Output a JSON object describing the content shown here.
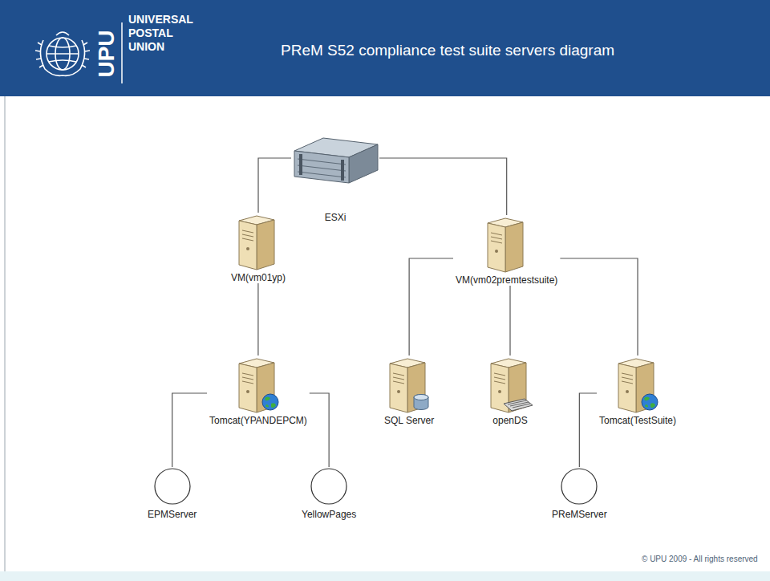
{
  "diagram": {
    "title": "PReM S52 compliance test suite servers diagram",
    "nodes": [
      {
        "text": [
          "ESXi"
        ]
      },
      {
        "text": [
          "VM(vm01yp)"
        ]
      },
      {
        "text": [
          "VM(vm02premtestsuite)"
        ]
      },
      {
        "text": [
          "Tomcat(YPANDEPCM)"
        ]
      },
      {
        "text": [
          "SQL Server"
        ]
      },
      {
        "text": [
          "openDS"
        ]
      },
      {
        "text": [
          "Tomcat(TestSuite)"
        ]
      },
      {
        "text": [
          "EPMServer"
        ]
      },
      {
        "text": [
          "YellowPages"
        ]
      },
      {
        "text": [
          "PReMServer"
        ]
      }
    ],
    "edges": [
      {
        "from": 0,
        "to": 1,
        "arrow": "none"
      },
      {
        "from": 0,
        "to": 2,
        "arrow": "none"
      },
      {
        "from": 1,
        "to": 3,
        "arrow": "none"
      },
      {
        "from": 2,
        "to": 4,
        "arrow": "none"
      },
      {
        "from": 2,
        "to": 5,
        "arrow": "none"
      },
      {
        "from": 2,
        "to": 6,
        "arrow": "none"
      },
      {
        "from": 3,
        "to": 7,
        "arrow": "none"
      },
      {
        "from": 3,
        "to": 8,
        "arrow": "none"
      },
      {
        "from": 6,
        "to": 9,
        "arrow": "none"
      }
    ],
    "labels": [
      "UPU",
      "UNIVERSAL POSTAL UNION",
      "© UPU 2009 - All rights reserved"
    ]
  }
}
